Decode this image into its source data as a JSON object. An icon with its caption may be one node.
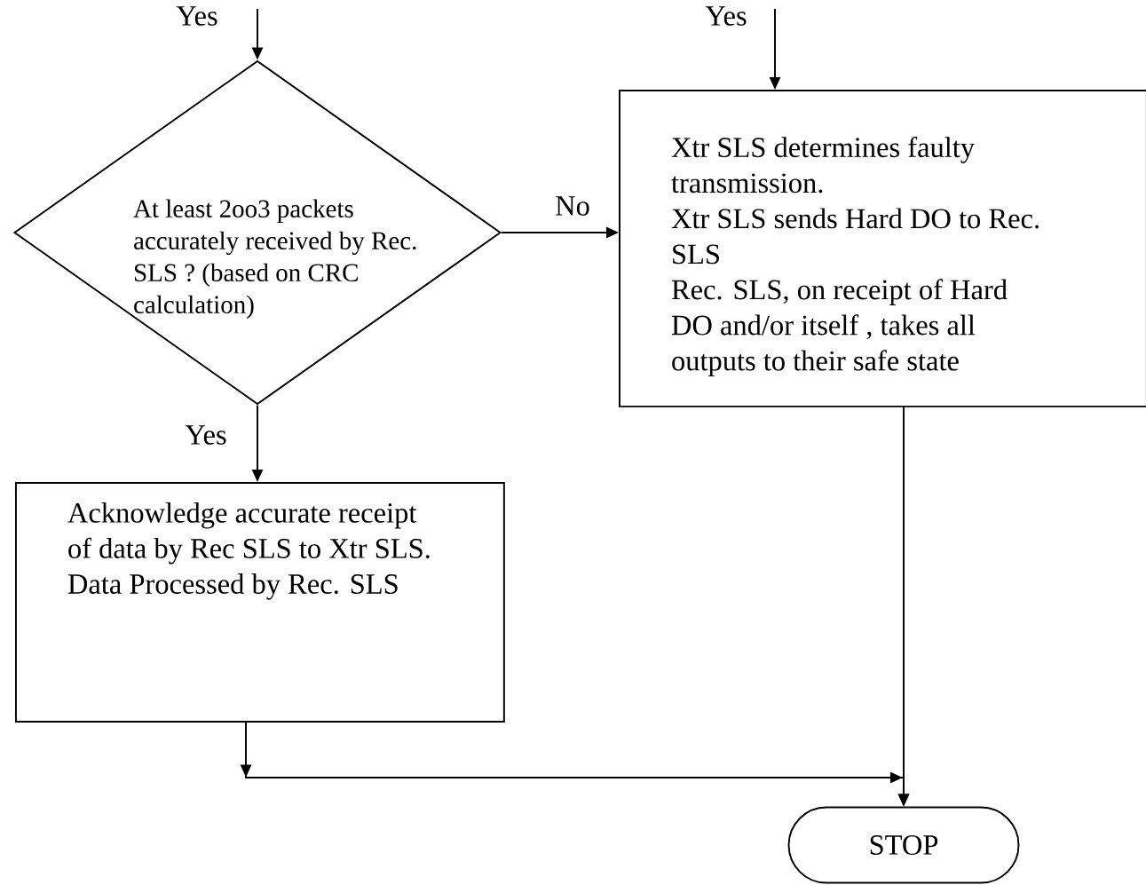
{
  "diagram": {
    "nodes": [
      {
        "text": [
          "At least 2oo3 packets accurately received by Rec. SLS ? (based on CRC calculation)"
        ]
      },
      {
        "text": [
          "Xtr SLS determines faulty transmission.",
          "Xtr SLS sends Hard DO to Rec. SLS",
          "Rec. SLS, on receipt of Hard DO and/or itself , takes all outputs to their safe state"
        ]
      },
      {
        "text": [
          "Acknowledge accurate receipt of data by Rec SLS to Xtr SLS.  Data Processed by Rec. SLS"
        ]
      },
      {
        "text": [
          "STOP"
        ]
      }
    ],
    "edges": [
      {
        "from": null,
        "to": 0,
        "arrow": "to",
        "label": "Yes"
      },
      {
        "from": null,
        "to": 1,
        "arrow": "to",
        "label": "Yes"
      },
      {
        "from": 0,
        "to": 1,
        "arrow": "to",
        "label": "No"
      },
      {
        "from": 0,
        "to": 2,
        "arrow": "to",
        "label": "Yes"
      },
      {
        "from": 2,
        "to": 3,
        "arrow": "to"
      },
      {
        "from": 1,
        "to": 3,
        "arrow": "to"
      }
    ]
  }
}
